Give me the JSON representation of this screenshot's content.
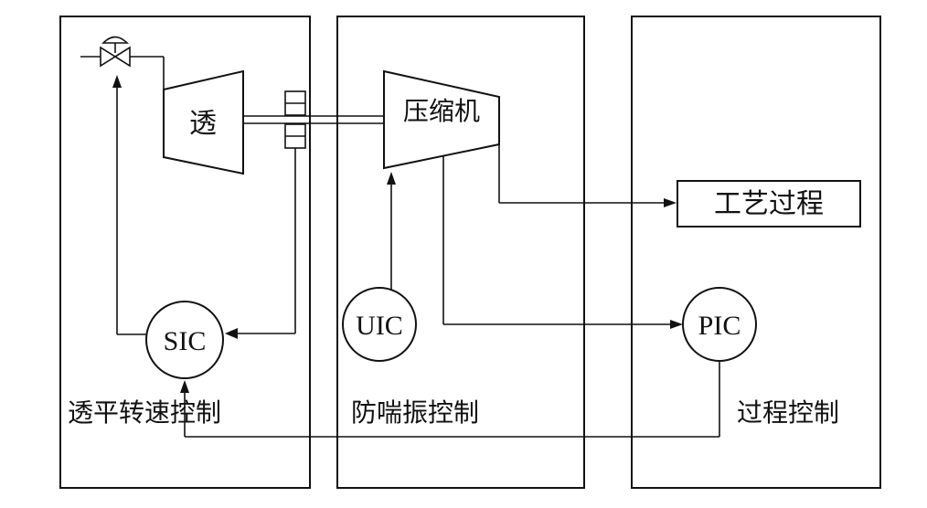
{
  "panels": [
    {
      "id": "turbine-speed-control",
      "label": "透平转速控制"
    },
    {
      "id": "anti-surge-control",
      "label": "防喘振控制"
    },
    {
      "id": "process-control",
      "label": "过程控制"
    }
  ],
  "equipment": {
    "turbine_label": "透",
    "compressor_label": "压缩机",
    "process_box_label": "工艺过程"
  },
  "controllers": {
    "sic": "SIC",
    "uic": "UIC",
    "pic": "PIC"
  },
  "colors": {
    "line": "#111111",
    "background": "#ffffff"
  }
}
